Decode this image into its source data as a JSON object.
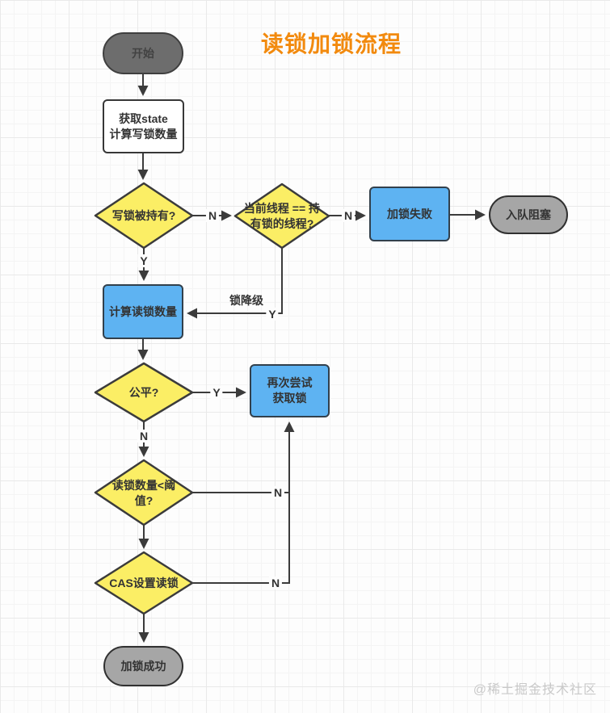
{
  "title": "读锁加锁流程",
  "watermark": "@稀土掘金技术社区",
  "colors": {
    "title_orange": "#f28a0e",
    "diamond_yellow": "#fbee65",
    "process_blue": "#5eb3f2",
    "terminal_gray": "#a6a6a6",
    "start_gray": "#6d6d6d",
    "stroke_dark": "#3b3b3b"
  },
  "nodes": {
    "start": {
      "label": "开始"
    },
    "fetch_state": {
      "lines": [
        "获取state",
        "计算写锁数量"
      ]
    },
    "write_lock_held": {
      "label": "写锁被持有?"
    },
    "current_thread": {
      "lines": [
        "当前线程 == 持",
        "有锁的线程?"
      ]
    },
    "lock_fail": {
      "label": "加锁失败"
    },
    "enqueue_block": {
      "label": "入队阻塞"
    },
    "calc_read_locks": {
      "label": "计算读锁数量"
    },
    "fair": {
      "label": "公平?"
    },
    "retry_acquire": {
      "lines": [
        "再次尝试",
        "获取锁"
      ]
    },
    "read_count_threshold": {
      "lines": [
        "读锁数量<阈",
        "值?"
      ]
    },
    "cas_set_read": {
      "label": "CAS设置读锁"
    },
    "lock_success": {
      "label": "加锁成功"
    }
  },
  "edge_labels": {
    "n_write_held": "N",
    "y_write_held": "Y",
    "n_current_thread": "N",
    "lock_downgrade": "锁降级",
    "y_downgrade": "Y",
    "y_fair": "Y",
    "n_fair": "N",
    "n_threshold": "N",
    "n_cas": "N"
  }
}
